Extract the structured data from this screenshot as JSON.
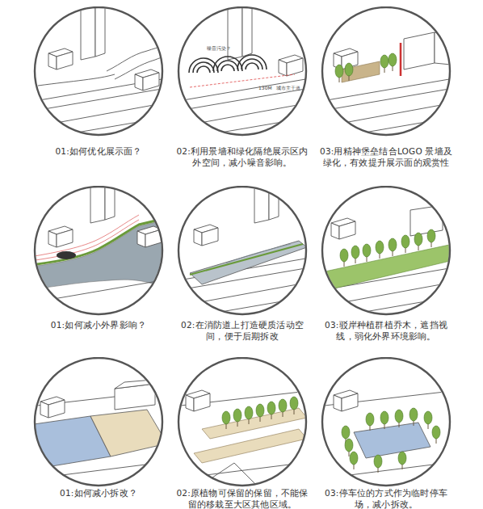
{
  "diagram": {
    "nodes": [
      {
        "text": [
          "01:如何优化展示面？"
        ]
      },
      {
        "text": [
          "02:利用景墙和绿化隔绝展示区内外空间，减小噪音影响。"
        ]
      },
      {
        "text": [
          "03:用精神堡垒结合LOGO 景墙及绿化，有效提升展示面的观赏性"
        ]
      },
      {
        "text": [
          "01:如何减小外界影响？"
        ]
      },
      {
        "text": [
          "02:在消防道上打造硬质活动空间，便于后期拆改"
        ]
      },
      {
        "text": [
          "03:驳岸种植群植乔木，遮挡视线，弱化外界环境影响。"
        ]
      },
      {
        "text": [
          "01:如何减小拆改？"
        ]
      },
      {
        "text": [
          "02:原植物可保留的保留，不能保留的移栽至大区其他区域。"
        ]
      },
      {
        "text": [
          "03:停车位的方式作为临时停车场，减小拆改。"
        ]
      }
    ],
    "labels": [
      "噪音污染？",
      "130M",
      "城市主干道"
    ]
  }
}
